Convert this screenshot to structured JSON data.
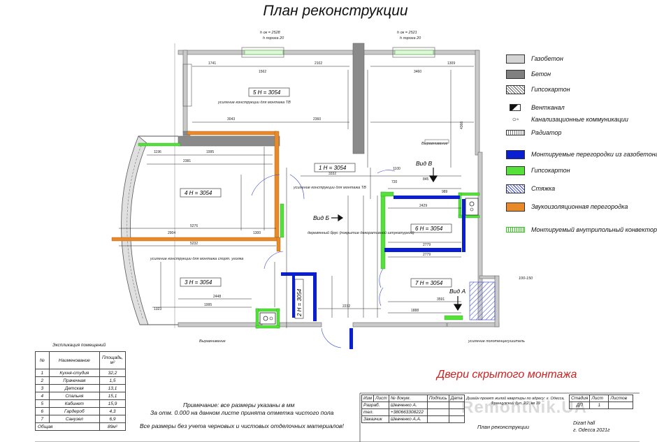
{
  "title": "План реконструкции",
  "legend": [
    {
      "label": "Газобетон",
      "color": "#d4d4d4",
      "pattern": "solid"
    },
    {
      "label": "Бетон",
      "color": "#808080",
      "pattern": "solid"
    },
    {
      "label": "Гипсокартон",
      "color": "#ffffff",
      "pattern": "hatch"
    },
    {
      "label": "Вентканал",
      "color": "#ffffff",
      "pattern": "vent"
    },
    {
      "label": "Канализационные коммуникации",
      "color": "#ffffff",
      "pattern": "sewer"
    },
    {
      "label": "Радиатор",
      "color": "#ffffff",
      "pattern": "radiator"
    },
    {
      "label": "Монтируемые перегородки из газобетона",
      "color": "#0a1ed2",
      "pattern": "solid"
    },
    {
      "label": "Гипсокартон",
      "color": "#55e03a",
      "pattern": "solid"
    },
    {
      "label": "Стяжка",
      "color": "#ffffff",
      "pattern": "bluehatch"
    },
    {
      "label": "Звукоизоляционная перегородка",
      "color": "#e88a2a",
      "pattern": "solid"
    },
    {
      "label": "Монтируемый внутрипольный конвектор",
      "color": "#ffffff",
      "pattern": "convector"
    }
  ],
  "rooms": [
    {
      "label": "5  H = 3054"
    },
    {
      "label": "4  H = 3054"
    },
    {
      "label": "3  H = 3054"
    },
    {
      "label": "1  H = 3054"
    },
    {
      "label": "6  H = 3054"
    },
    {
      "label": "7  H = 3054"
    },
    {
      "label": "2  H = 3054"
    }
  ],
  "views": [
    "Вид В",
    "Вид Б",
    "Вид А"
  ],
  "notes_plan": {
    "reinforce_tv_1": "усиление конструкции для монтажа ТВ",
    "reinforce_tv_2": "усиление конструкции для монтажа ТВ",
    "reinforce_sport": "усиление конструкции для монтажа спорт. уголка",
    "wood_beam": "деревянный брус (покрытие декоративной штукатуркой)",
    "leveling_1": "Выравнивание",
    "leveling_2": "Выравнивание",
    "towel_reinforce": "усиление полотенцесушитель",
    "h_ok_1": "h ок = 2528",
    "h_porog_1": "h порога 20",
    "h_ok_2": "h ок = 2521",
    "h_porog_2": "h порога 20",
    "dim_100_150": "100-150"
  },
  "dimensions": {
    "d1741": "1741",
    "d1562": "1562",
    "d2102": "2102",
    "d3043": "3043",
    "d2360": "2360",
    "d1196": "1196",
    "d1995": "1995",
    "d2381": "2381",
    "d5276": "5276",
    "d2904": "2904",
    "d1300": "1300",
    "d5232": "5232",
    "d2448": "2448",
    "d1995b": "1995",
    "d1323": "1323",
    "d3332": "3332",
    "d1100": "1100",
    "d720": "720",
    "d989": "989",
    "d2429": "2429",
    "d2779": "2779",
    "d2779b": "2779",
    "d1888": "1888",
    "d3591": "3591",
    "d2232": "2232",
    "d1309": "1309",
    "d3460": "3460",
    "d4366": "4366",
    "d845": "845"
  },
  "explication": {
    "title": "Экспликация помещений",
    "headers": [
      "№",
      "Наименование",
      "Площадь, м²"
    ],
    "rows": [
      [
        "1",
        "Кухня-студия",
        "32,2"
      ],
      [
        "2",
        "Прачечная",
        "1,5"
      ],
      [
        "3",
        "Детская",
        "13,1"
      ],
      [
        "4",
        "Спальня",
        "15,1"
      ],
      [
        "5",
        "Кабинет",
        "15,9"
      ],
      [
        "6",
        "Гардероб",
        "4,3"
      ],
      [
        "7",
        "Санузел",
        "6,9"
      ]
    ],
    "total_label": "Общая",
    "total_value": "89м²"
  },
  "footer_notes": {
    "note_label": "Примечание: все размеры указаны в мм",
    "note_line2": "За отм. 0.000 на данном листе принята отметка чистого пола",
    "note_line3": "Все размеры без учета черновых и чистовых отделочных материалов!"
  },
  "hidden_doors": "Двери скрытого монтажа",
  "stamp": {
    "header": [
      "Изм",
      "Лист",
      "№ докум.",
      "Подпись",
      "Дата"
    ],
    "rows": [
      [
        "Разраб.",
        "Шевченко А."
      ],
      [
        "тел.",
        "+380663308222"
      ],
      [
        "Заказчик",
        "Шевченко А.А."
      ]
    ],
    "project": "Дизайн проект жилой квартиры по адресу: г. Одесса, Французский бул. 2/2, кв 19",
    "stage_header": [
      "Стадия",
      "Лист",
      "Листов"
    ],
    "stage": "ДП",
    "sheet": "1",
    "sheet_name": "План реконструкции",
    "company": "Dizart hall",
    "city": "г. Odecca 2021г"
  },
  "watermark": "RemontNik.UA"
}
